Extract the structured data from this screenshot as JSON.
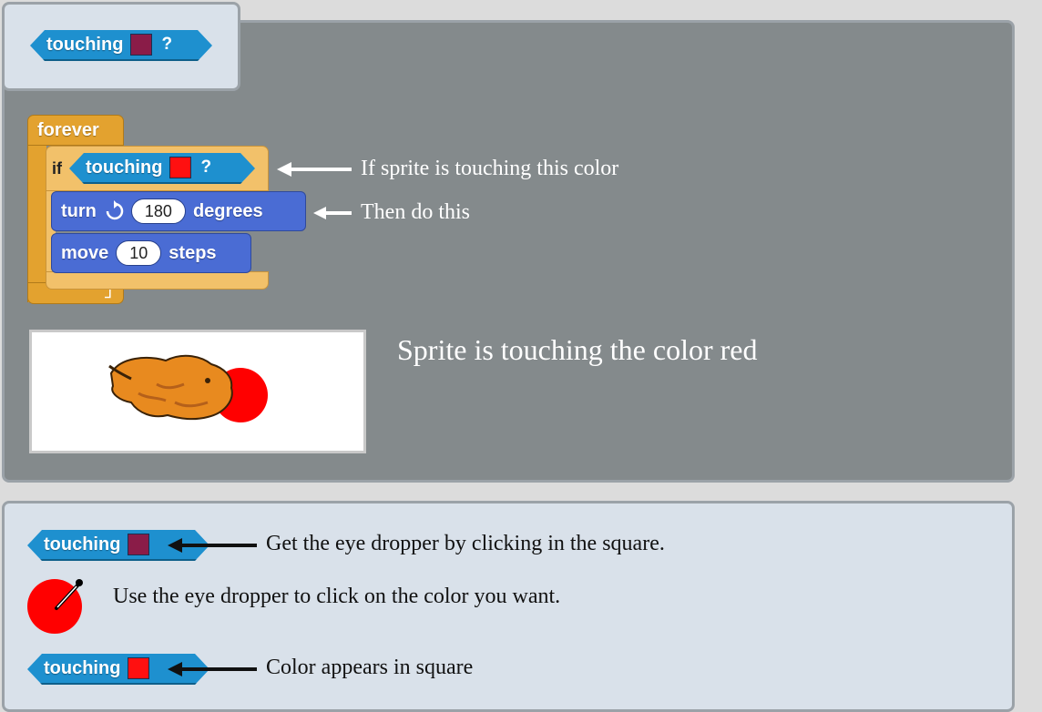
{
  "top_card": {
    "block_label": "touching",
    "block_question": "?",
    "swatch_color": "#8a1c48"
  },
  "script": {
    "forever_label": "forever",
    "forever_loop_glyph": "⮥",
    "if_label": "if",
    "condition": {
      "label": "touching",
      "question": "?",
      "swatch_color": "#ff1010"
    },
    "turn": {
      "label": "turn",
      "rotate_icon": "rotate-clockwise-icon",
      "value": "180",
      "suffix": "degrees"
    },
    "move": {
      "label": "move",
      "value": "10",
      "suffix": "steps"
    }
  },
  "annotations": {
    "condition_note": "If sprite is touching this color",
    "action_note": "Then do this",
    "stage_note": "Sprite is touching the color red"
  },
  "stage": {
    "sprite_icon": "cat-sprite-icon",
    "sprite_color": "#e88a1f",
    "circle_color": "#ff0000"
  },
  "instructions": {
    "step1": {
      "block_label": "touching",
      "swatch_color": "#8a1c48",
      "text": "Get the eye dropper by clicking in the square."
    },
    "step2": {
      "icon": "eye-dropper-icon",
      "icon_bg_color": "#ff0000",
      "text": "Use the eye dropper to click on the color you want."
    },
    "step3": {
      "block_label": "touching",
      "swatch_color": "#ff1010",
      "text": "Color appears in square"
    }
  }
}
